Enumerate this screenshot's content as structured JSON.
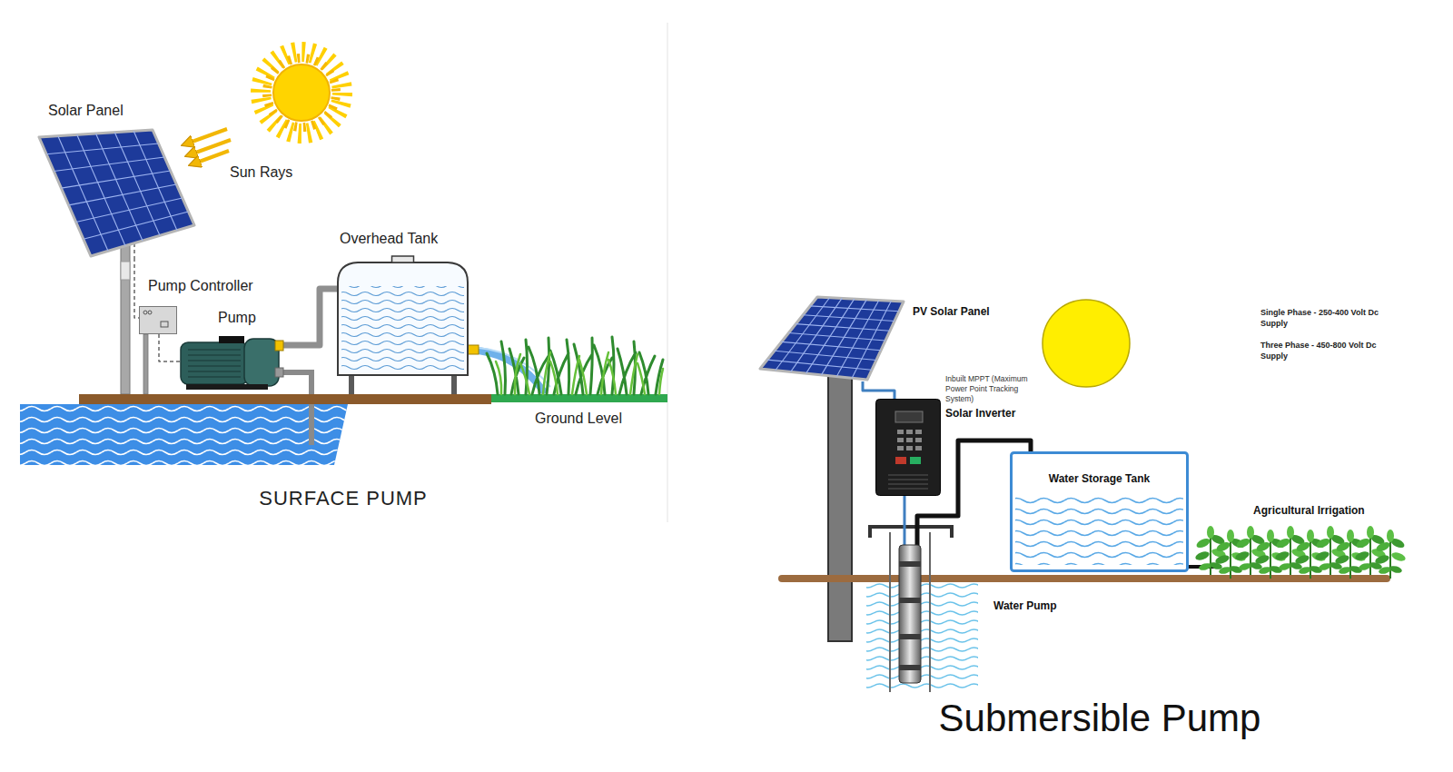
{
  "diagram": {
    "nodes": [
      {
        "text": [
          "Solar Panel"
        ]
      },
      {
        "text": [
          "Pump Controller"
        ]
      },
      {
        "text": [
          "Pump"
        ]
      },
      {
        "text": [
          "Overhead Tank"
        ]
      },
      {
        "text": [
          "PV Solar Panel"
        ]
      },
      {
        "text": [
          "Inbuilt MPPT (Maximum Power Point Tracking System)",
          "Solar Inverter"
        ]
      },
      {
        "text": [
          "Water Storage Tank"
        ]
      },
      {
        "text": [
          "Water Pump"
        ]
      }
    ],
    "edges": [
      {
        "from": 0,
        "to": 1,
        "arrow": "none"
      },
      {
        "from": 1,
        "to": 2,
        "arrow": "none"
      },
      {
        "from": 2,
        "to": 3,
        "arrow": "none"
      },
      {
        "from": 4,
        "to": 5,
        "arrow": "none"
      },
      {
        "from": 5,
        "to": 7,
        "arrow": "none"
      },
      {
        "from": 7,
        "to": 6,
        "arrow": "none"
      }
    ],
    "labels": [
      "Sun Rays",
      "Ground Level",
      "SURFACE PUMP",
      "Single Phase - 250-400 Volt Dc Supply",
      "Three Phase - 450-800 Volt Dc Supply",
      "Agricultural Irrigation",
      "Submersible Pump"
    ]
  }
}
